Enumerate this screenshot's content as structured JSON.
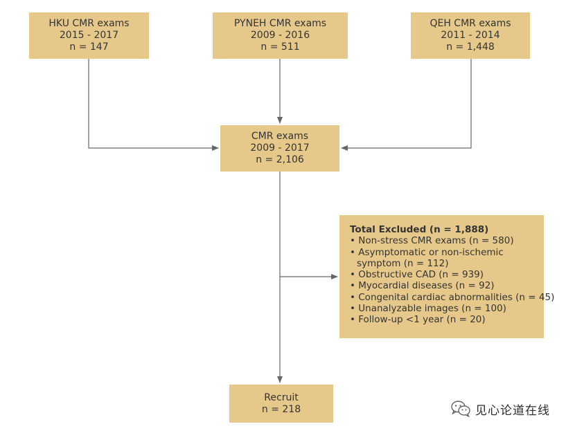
{
  "boxes": {
    "hku": {
      "line1": "HKU CMR exams",
      "line2": "2015 - 2017",
      "line3": "n = 147"
    },
    "pyneh": {
      "line1": "PYNEH CMR exams",
      "line2": "2009 - 2016",
      "line3": "n = 511"
    },
    "qeh": {
      "line1": "QEH CMR exams",
      "line2": "2011 - 2014",
      "line3": "n = 1,448"
    },
    "cmr": {
      "line1": "CMR exams",
      "line2": "2009 - 2017",
      "line3": "n = 2,106"
    },
    "recruit": {
      "line1": "Recruit",
      "line2": "n = 218"
    }
  },
  "excluded": {
    "title": "Total Excluded (n = 1,888)",
    "items": [
      "• Non-stress CMR exams (n = 580)",
      "• Asymptomatic or non-ischemic",
      "symptom (n = 112)",
      "• Obstructive CAD (n = 939)",
      "• Myocardial diseases (n = 92)",
      "• Congenital cardiac abnormalities (n = 45)",
      "• Unanalyzable images (n = 100)",
      "• Follow-up <1 year (n = 20)"
    ]
  },
  "watermark": {
    "text": "见心论道在线",
    "icon": "wechat-icon"
  },
  "colors": {
    "box_fill": "#e6c98a",
    "connector": "#666666",
    "text": "#333333"
  }
}
